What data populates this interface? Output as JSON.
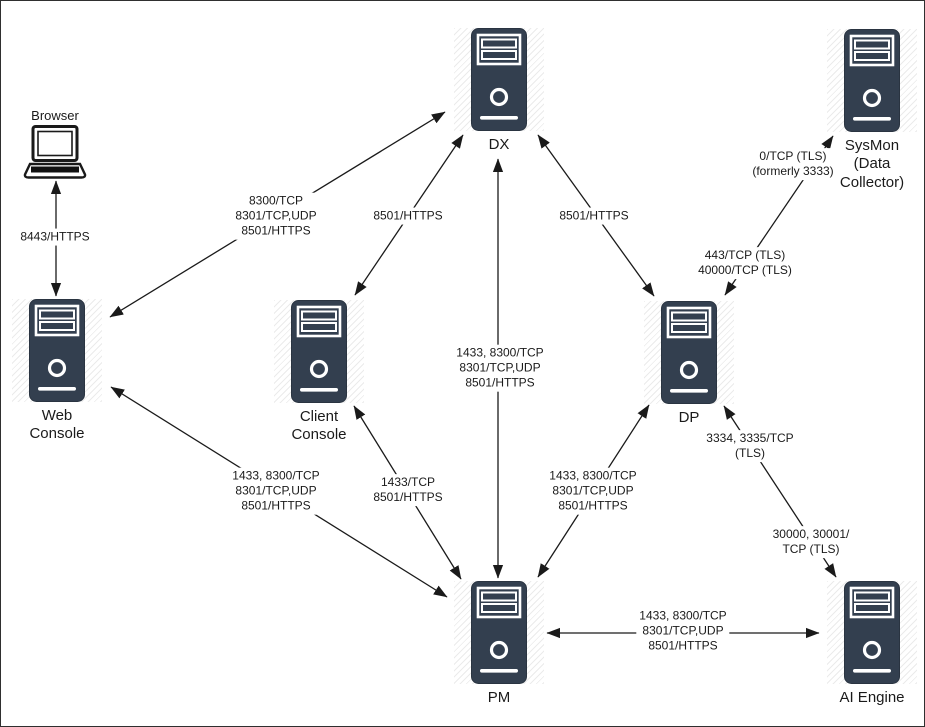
{
  "nodes": {
    "browser": {
      "label": "Browser"
    },
    "dx": {
      "label": "DX"
    },
    "sysmon": {
      "lines": [
        "SysMon",
        "(Data",
        "Collector)"
      ]
    },
    "web_console": {
      "lines": [
        "Web",
        "Console"
      ]
    },
    "client_console": {
      "lines": [
        "Client",
        "Console"
      ]
    },
    "dp": {
      "label": "DP"
    },
    "pm": {
      "label": "PM"
    },
    "ai_engine": {
      "label": "AI Engine"
    }
  },
  "edge_labels": {
    "browser_web": [
      "8443/HTTPS"
    ],
    "web_dx": [
      "8300/TCP",
      "8301/TCP,UDP",
      "8501/HTTPS"
    ],
    "client_dx": [
      "8501/HTTPS"
    ],
    "dx_dp": [
      "8501/HTTPS"
    ],
    "dx_pm": [
      "1433, 8300/TCP",
      "8301/TCP,UDP",
      "8501/HTTPS"
    ],
    "dp_sysmon_near": [
      "0/TCP (TLS)",
      "(formerly 3333)"
    ],
    "dp_sysmon_far": [
      "443/TCP (TLS)",
      "40000/TCP (TLS)"
    ],
    "web_pm": [
      "1433, 8300/TCP",
      "8301/TCP,UDP",
      "8501/HTTPS"
    ],
    "client_pm": [
      "1433/TCP",
      "8501/HTTPS"
    ],
    "dp_pm": [
      "1433, 8300/TCP",
      "8301/TCP,UDP",
      "8501/HTTPS"
    ],
    "dp_ai_near": [
      "3334, 3335/TCP",
      "(TLS)"
    ],
    "dp_ai_far": [
      "30000, 30001/",
      "TCP  (TLS)"
    ],
    "pm_ai": [
      "1433, 8300/TCP",
      "8301/TCP,UDP",
      "8501/HTTPS"
    ]
  },
  "colors": {
    "server_fill": "#333f4f",
    "line": "#1a1a1a",
    "background": "#ffffff"
  }
}
